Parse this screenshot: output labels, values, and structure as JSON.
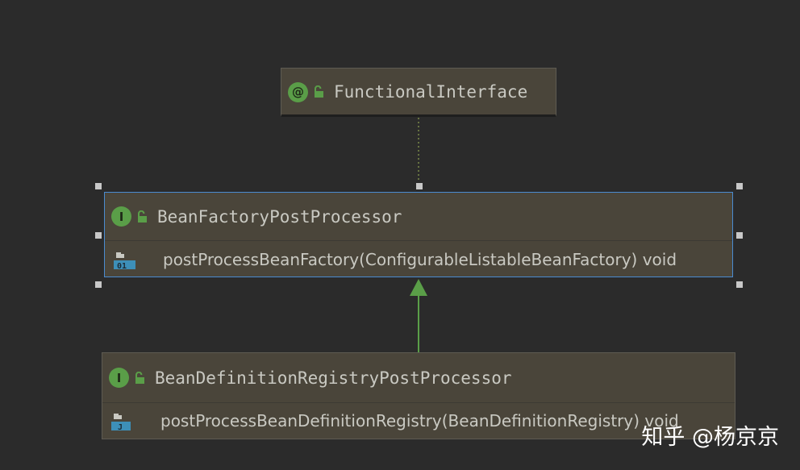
{
  "diagram": {
    "nodes": [
      {
        "id": "functional-interface",
        "kind_badge": "@",
        "title": "FunctionalInterface",
        "members": []
      },
      {
        "id": "bean-factory-post-processor",
        "kind_badge": "I",
        "title": "BeanFactoryPostProcessor",
        "members": [
          {
            "icon": "method-icon",
            "icon_label": "01",
            "signature": "postProcessBeanFactory(ConfigurableListableBeanFactory) void"
          }
        ]
      },
      {
        "id": "bean-definition-registry-post-processor",
        "kind_badge": "I",
        "title": "BeanDefinitionRegistryPostProcessor",
        "members": [
          {
            "icon": "method-icon",
            "icon_label": "J",
            "signature": "postProcessBeanDefinitionRegistry(BeanDefinitionRegistry) void"
          }
        ]
      }
    ],
    "edges": [
      {
        "from": "bean-factory-post-processor",
        "to": "functional-interface",
        "style": "dotted"
      },
      {
        "from": "bean-definition-registry-post-processor",
        "to": "bean-factory-post-processor",
        "style": "solid-arrow"
      }
    ],
    "colors": {
      "background": "#2b2b2b",
      "node_fill": "#4a453a",
      "selection_border": "#4a8bd0",
      "badge_green": "#5a9e48",
      "arrow_green": "#5a9e48",
      "method_icon_blue": "#3d8fb8"
    }
  },
  "watermark": "知乎 @杨京京"
}
